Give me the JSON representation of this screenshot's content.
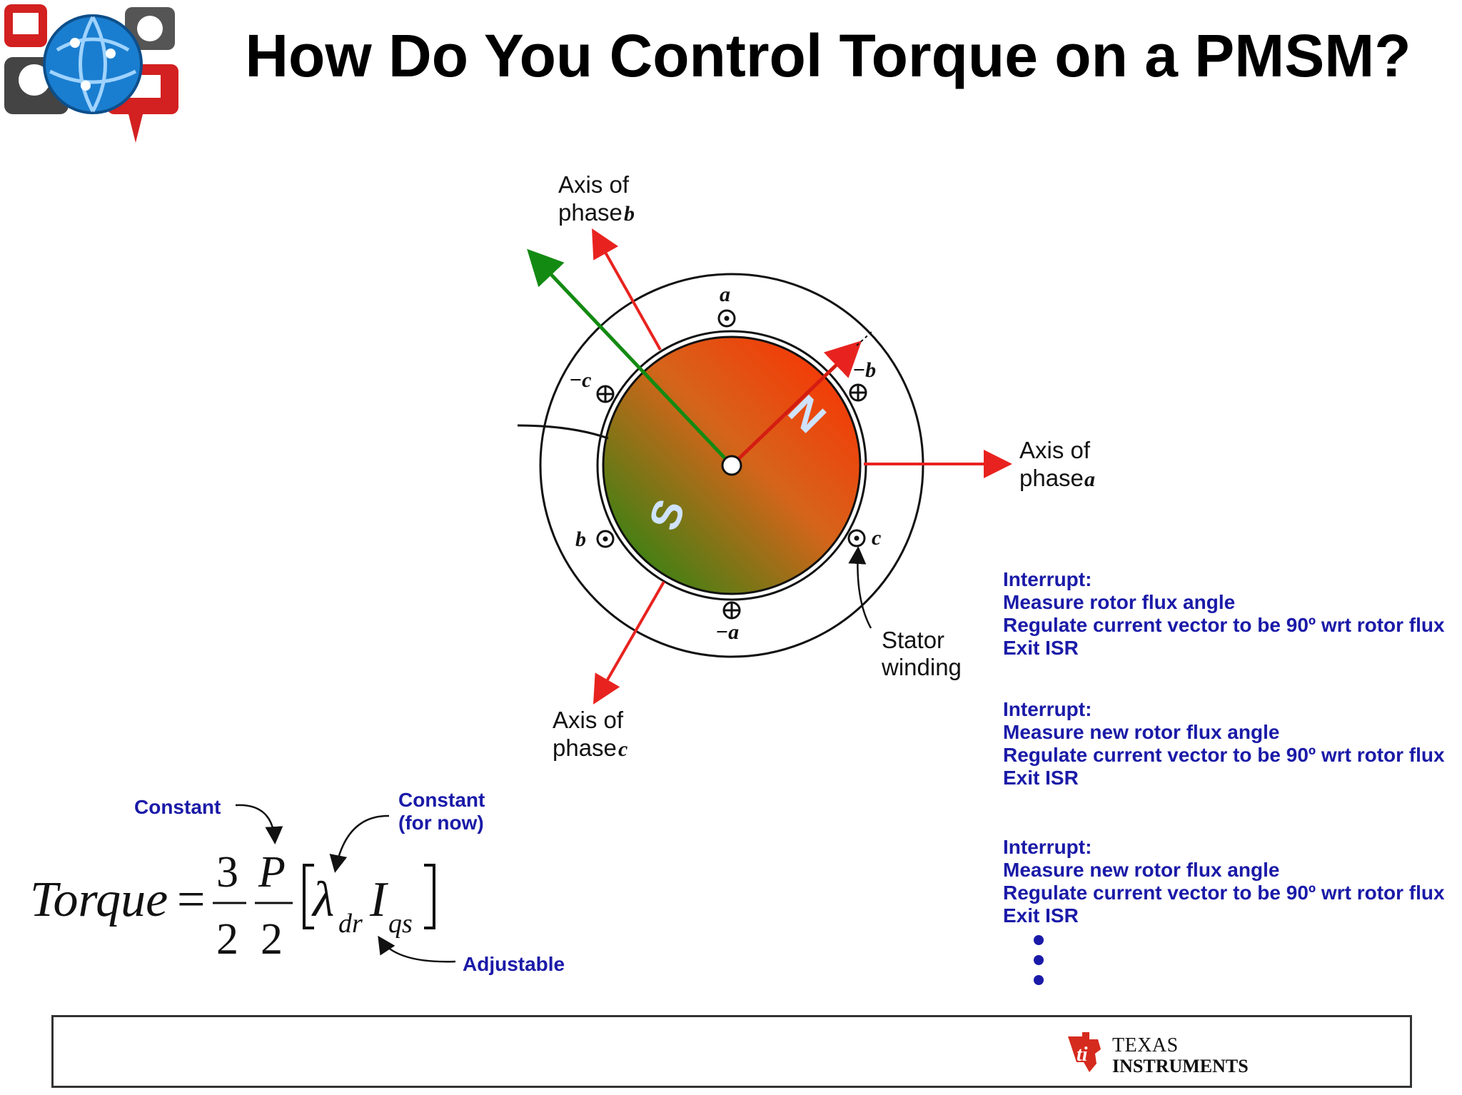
{
  "title": "How Do You Control Torque on a PMSM?",
  "diagram": {
    "axis_b_line1": "Axis of",
    "axis_b_line2": "phase",
    "axis_b_var": "b",
    "axis_a_line1": "Axis of",
    "axis_a_line2": "phase",
    "axis_a_var": "a",
    "axis_c_line1": "Axis of",
    "axis_c_line2": "phase",
    "axis_c_var": "c",
    "winding_a": "a",
    "winding_neg_a": "−a",
    "winding_b": "b",
    "winding_neg_b": "−b",
    "winding_c": "c",
    "winding_neg_c": "−c",
    "pole_north": "N",
    "pole_south": "S",
    "stator_line1": "Stator",
    "stator_line2": "winding"
  },
  "isr_blocks": [
    {
      "line1": "Interrupt:",
      "line2": "Measure rotor flux angle",
      "line3": "Regulate current vector to be 90º wrt rotor flux",
      "line4": "Exit ISR"
    },
    {
      "line1": "Interrupt:",
      "line2": "Measure new rotor flux angle",
      "line3": "Regulate current vector to be 90º wrt rotor flux",
      "line4": "Exit ISR"
    },
    {
      "line1": "Interrupt:",
      "line2": "Measure new rotor flux angle",
      "line3": "Regulate current vector to be 90º wrt rotor flux",
      "line4": "Exit ISR"
    }
  ],
  "equation": {
    "torque": "Torque",
    "equals": "=",
    "num1": "3",
    "den1": "2",
    "num2": "P",
    "den2": "2",
    "lambda": "λ",
    "lambda_sub": "dr",
    "current": "I",
    "current_sub": "qs",
    "annotation_constant": "Constant",
    "annotation_constant2_line1": "Constant",
    "annotation_constant2_line2": "(for now)",
    "annotation_adjustable": "Adjustable"
  },
  "footer": {
    "brand_line1": "TEXAS",
    "brand_line2": "INSTRUMENTS"
  },
  "colors": {
    "title": "#000000",
    "annotation_blue": "#1a1aa8",
    "axis_red": "#e8231f",
    "rotor_green": "#138a12",
    "ti_red": "#d52b1e"
  }
}
